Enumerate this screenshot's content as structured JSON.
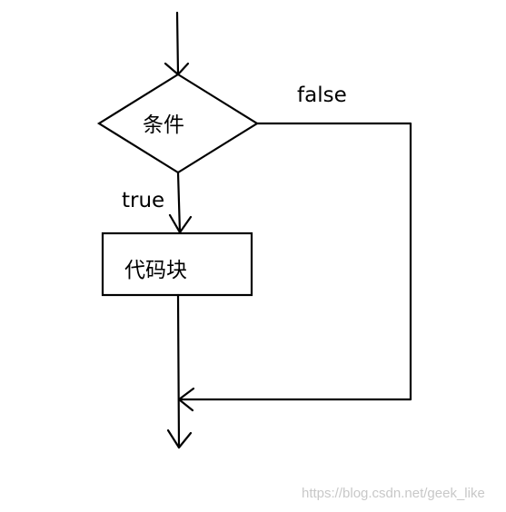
{
  "diagram": {
    "condition_label": "条件",
    "block_label": "代码块",
    "true_label": "true",
    "false_label": "false"
  },
  "watermark": "https://blog.csdn.net/geek_like"
}
